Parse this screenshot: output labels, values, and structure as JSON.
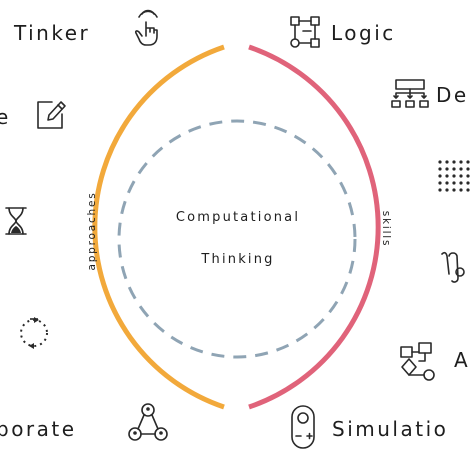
{
  "center": {
    "line1": "Computational",
    "line2": "Thinking"
  },
  "arc_labels": {
    "left": "approaches",
    "right": "skills"
  },
  "labels": {
    "tinker": "Tinker",
    "create": "e",
    "collaborate": "borate",
    "logic": "Logic",
    "decompose": "De",
    "algorithms": "A",
    "simulation": "Simulatio"
  },
  "colors": {
    "approaches_arc": "#f2a93b",
    "skills_arc": "#e0637a",
    "inner_circle": "#8fa4b4",
    "text": "#1e1e1e"
  },
  "icons": {
    "tinker": "pointing-hand-icon",
    "create": "pencil-square-icon",
    "debug": "hourglass-icon",
    "persevere": "dotted-cycle-icon",
    "collaborate": "people-network-icon",
    "logic": "flowchart-icon",
    "decompose": "breakdown-icon",
    "patterns": "dot-grid-icon",
    "abstraction": "capricorn-icon",
    "algorithms": "algorithm-flow-icon",
    "simulation": "remote-control-icon"
  }
}
